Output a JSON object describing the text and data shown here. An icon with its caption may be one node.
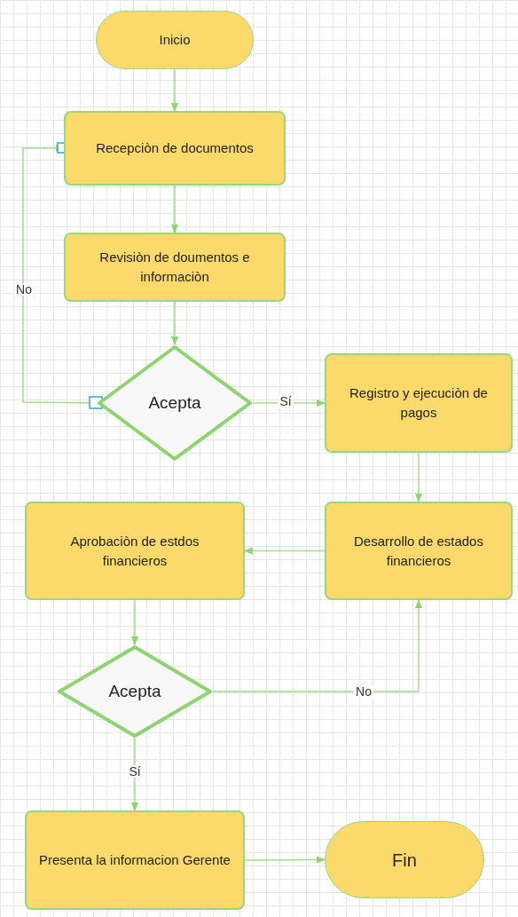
{
  "diagram": {
    "nodes": [
      {
        "text": [
          "Inicio"
        ]
      },
      {
        "text": [
          "Recepciòn de documentos"
        ]
      },
      {
        "text": [
          "Revisiòn de doumentos e informaciòn"
        ]
      },
      {
        "text": [
          "Acepta"
        ]
      },
      {
        "text": [
          "Registro y ejecuciòn de pagos"
        ]
      },
      {
        "text": [
          "Desarrollo de estados financieros"
        ]
      },
      {
        "text": [
          "Aprobaciòn de estdos financieros"
        ]
      },
      {
        "text": [
          "Acepta"
        ]
      },
      {
        "text": [
          "Presenta la informacion Gerente"
        ]
      },
      {
        "text": [
          "Fin"
        ]
      }
    ],
    "edges": [
      {
        "from": 0,
        "to": 1,
        "arrow": "to"
      },
      {
        "from": 1,
        "to": 2,
        "arrow": "to"
      },
      {
        "from": 2,
        "to": 3,
        "arrow": "to"
      },
      {
        "from": 3,
        "to": 1,
        "arrow": "to",
        "label": "No"
      },
      {
        "from": 3,
        "to": 4,
        "arrow": "to",
        "label": "Sí"
      },
      {
        "from": 4,
        "to": 5,
        "arrow": "to"
      },
      {
        "from": 5,
        "to": 6,
        "arrow": "to"
      },
      {
        "from": 6,
        "to": 7,
        "arrow": "to"
      },
      {
        "from": 7,
        "to": 5,
        "arrow": "to",
        "label": "No"
      },
      {
        "from": 7,
        "to": 8,
        "arrow": "to",
        "label": "Sí"
      },
      {
        "from": 8,
        "to": 9,
        "arrow": "to"
      }
    ]
  }
}
